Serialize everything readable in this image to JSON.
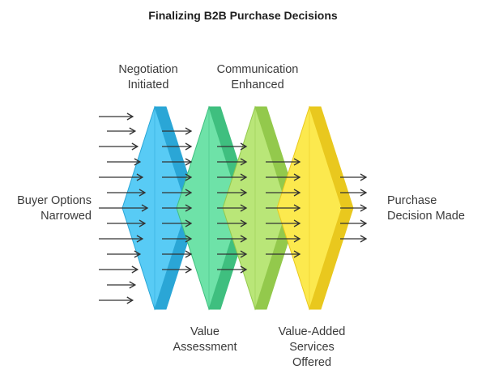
{
  "title": "Finalizing B2B Purchase Decisions",
  "input_label": "Buyer Options\nNarrowed",
  "output_label": "Purchase\nDecision Made",
  "stages": [
    {
      "label": "Negotiation\nInitiated",
      "color": "#58CBF5",
      "edge_color": "#2AA6D6"
    },
    {
      "label": "Value\nAssessment",
      "color": "#6EE2A8",
      "edge_color": "#3FBF7F"
    },
    {
      "label": "Communication\nEnhanced",
      "color": "#B9E678",
      "edge_color": "#93C94C"
    },
    {
      "label": "Value-Added\nServices\nOffered",
      "color": "#FCE94E",
      "edge_color": "#E9C81E"
    }
  ],
  "arrow_color": "#333333"
}
